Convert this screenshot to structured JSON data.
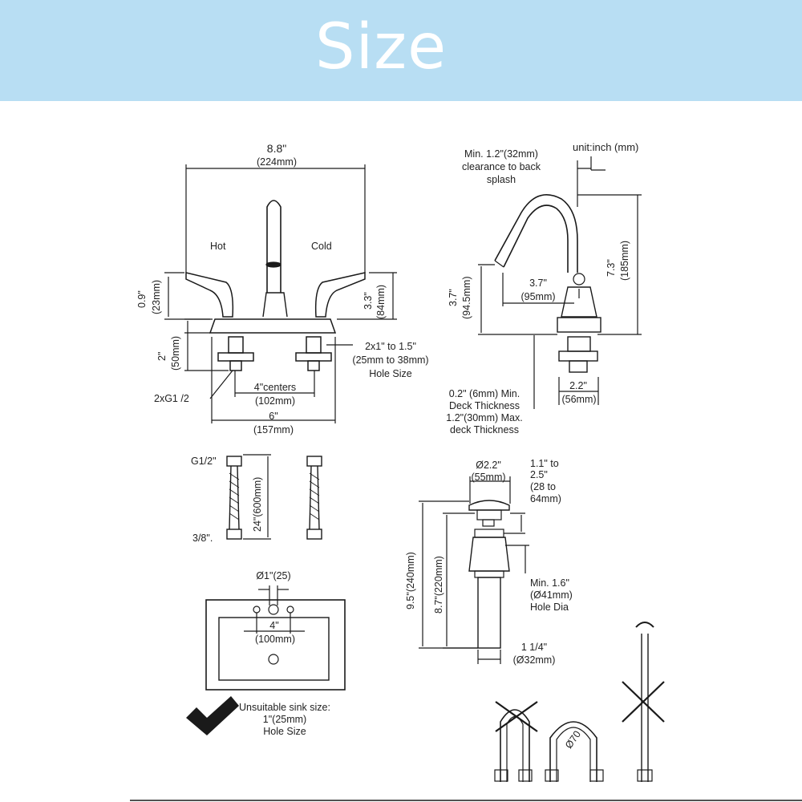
{
  "header": {
    "title": "Size"
  },
  "front_view": {
    "width_in": "8.8\"",
    "width_mm": "(224mm)",
    "hot": "Hot",
    "cold": "Cold",
    "handle_h_in": "0.9\"",
    "handle_h_mm": "(23mm)",
    "body_h_in": "3.3\"",
    "body_h_mm": "(84mm)",
    "shank_in": "2\"",
    "shank_mm": "(50mm)",
    "hole_line1": "2x1\" to 1.5\"",
    "hole_line2": "(25mm to 38mm)",
    "hole_line3": "Hole Size",
    "centers_in": "4\"centers",
    "centers_mm": "(102mm)",
    "connector": "2xG1 /2",
    "base_in": "6\"",
    "base_mm": "(157mm)"
  },
  "side_view": {
    "unit": "unit:inch (mm)",
    "clear_line1": "Min. 1.2\"(32mm)",
    "clear_line2": "clearance to back",
    "clear_line3": "splash",
    "height_in": "7.3\"",
    "height_mm": "(185mm)",
    "spout_h_in": "3.7\"",
    "spout_h_mm": "(94.5mm)",
    "reach_in": "3.7\"",
    "reach_mm": "(95mm)",
    "base_in": "2.2\"",
    "base_mm": "(56mm)",
    "deck_line1": "0.2\" (6mm) Min.",
    "deck_line2": "Deck Thickness",
    "deck_line3": "1.2\"(30mm) Max.",
    "deck_line4": "deck Thickness"
  },
  "hoses": {
    "top": "G1/2\"",
    "bottom": "3/8\".",
    "length": "24\"(600mm)"
  },
  "drain": {
    "dia_in": "Ø2.2\"",
    "dia_mm": "(55mm)",
    "thick_line1": "1.1\" to",
    "thick_line2": "2.5\"",
    "thick_line3": "(28 to",
    "thick_line4": "64mm)",
    "total_h": "9.5\"(240mm)",
    "body_h": "8.7\"(220mm)",
    "hole_line1": "Min. 1.6\"",
    "hole_line2": "(Ø41mm)",
    "hole_line3": "Hole Dia",
    "pipe_in": "1 1/4\"",
    "pipe_mm": "(Ø32mm)"
  },
  "sink": {
    "hole_dia": "Ø1\"(25)",
    "spacing_in": "4\"",
    "spacing_mm": "(100mm)",
    "warn_line1": "Unsuitable sink size:",
    "warn_line2": "1\"(25mm)",
    "warn_line3": "Hole Size"
  },
  "bend": {
    "radius": "Ø70"
  },
  "colors": {
    "banner": "#b8def3",
    "line": "#1a1a1a",
    "title": "#ffffff"
  }
}
